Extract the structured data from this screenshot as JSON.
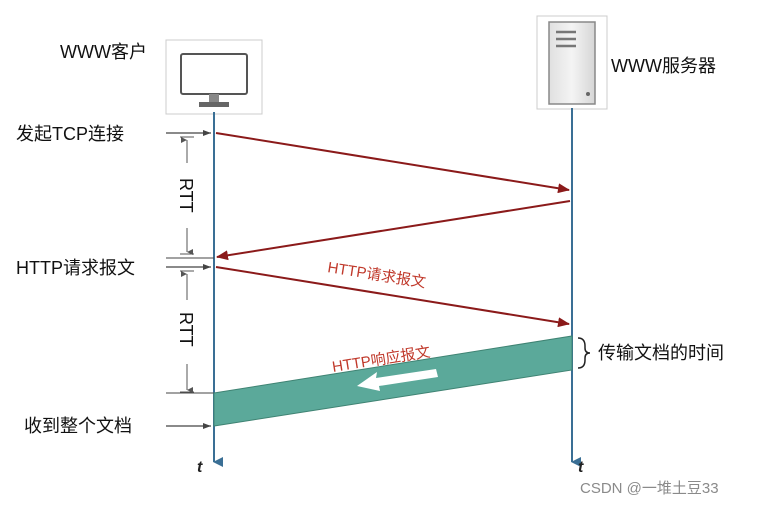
{
  "client": {
    "label": "WWW客户"
  },
  "server": {
    "label": "WWW服务器"
  },
  "steps": {
    "tcp_connect": "发起TCP连接",
    "http_request": "HTTP请求报文",
    "receive_doc": "收到整个文档"
  },
  "rtt_labels": [
    "RTT",
    "RTT"
  ],
  "arrows": {
    "request_label": "HTTP请求报文",
    "response_label": "HTTP响应报文"
  },
  "transfer_time": "传输文档的时间",
  "time_axis": {
    "client_t": "t",
    "server_t": "t"
  },
  "watermark": "CSDN @一堆土豆33",
  "colors": {
    "arrow": "#8b1a1a",
    "response_band": "#5ba99a",
    "timeline": "#3a6f95",
    "label_red": "#c0392b"
  }
}
